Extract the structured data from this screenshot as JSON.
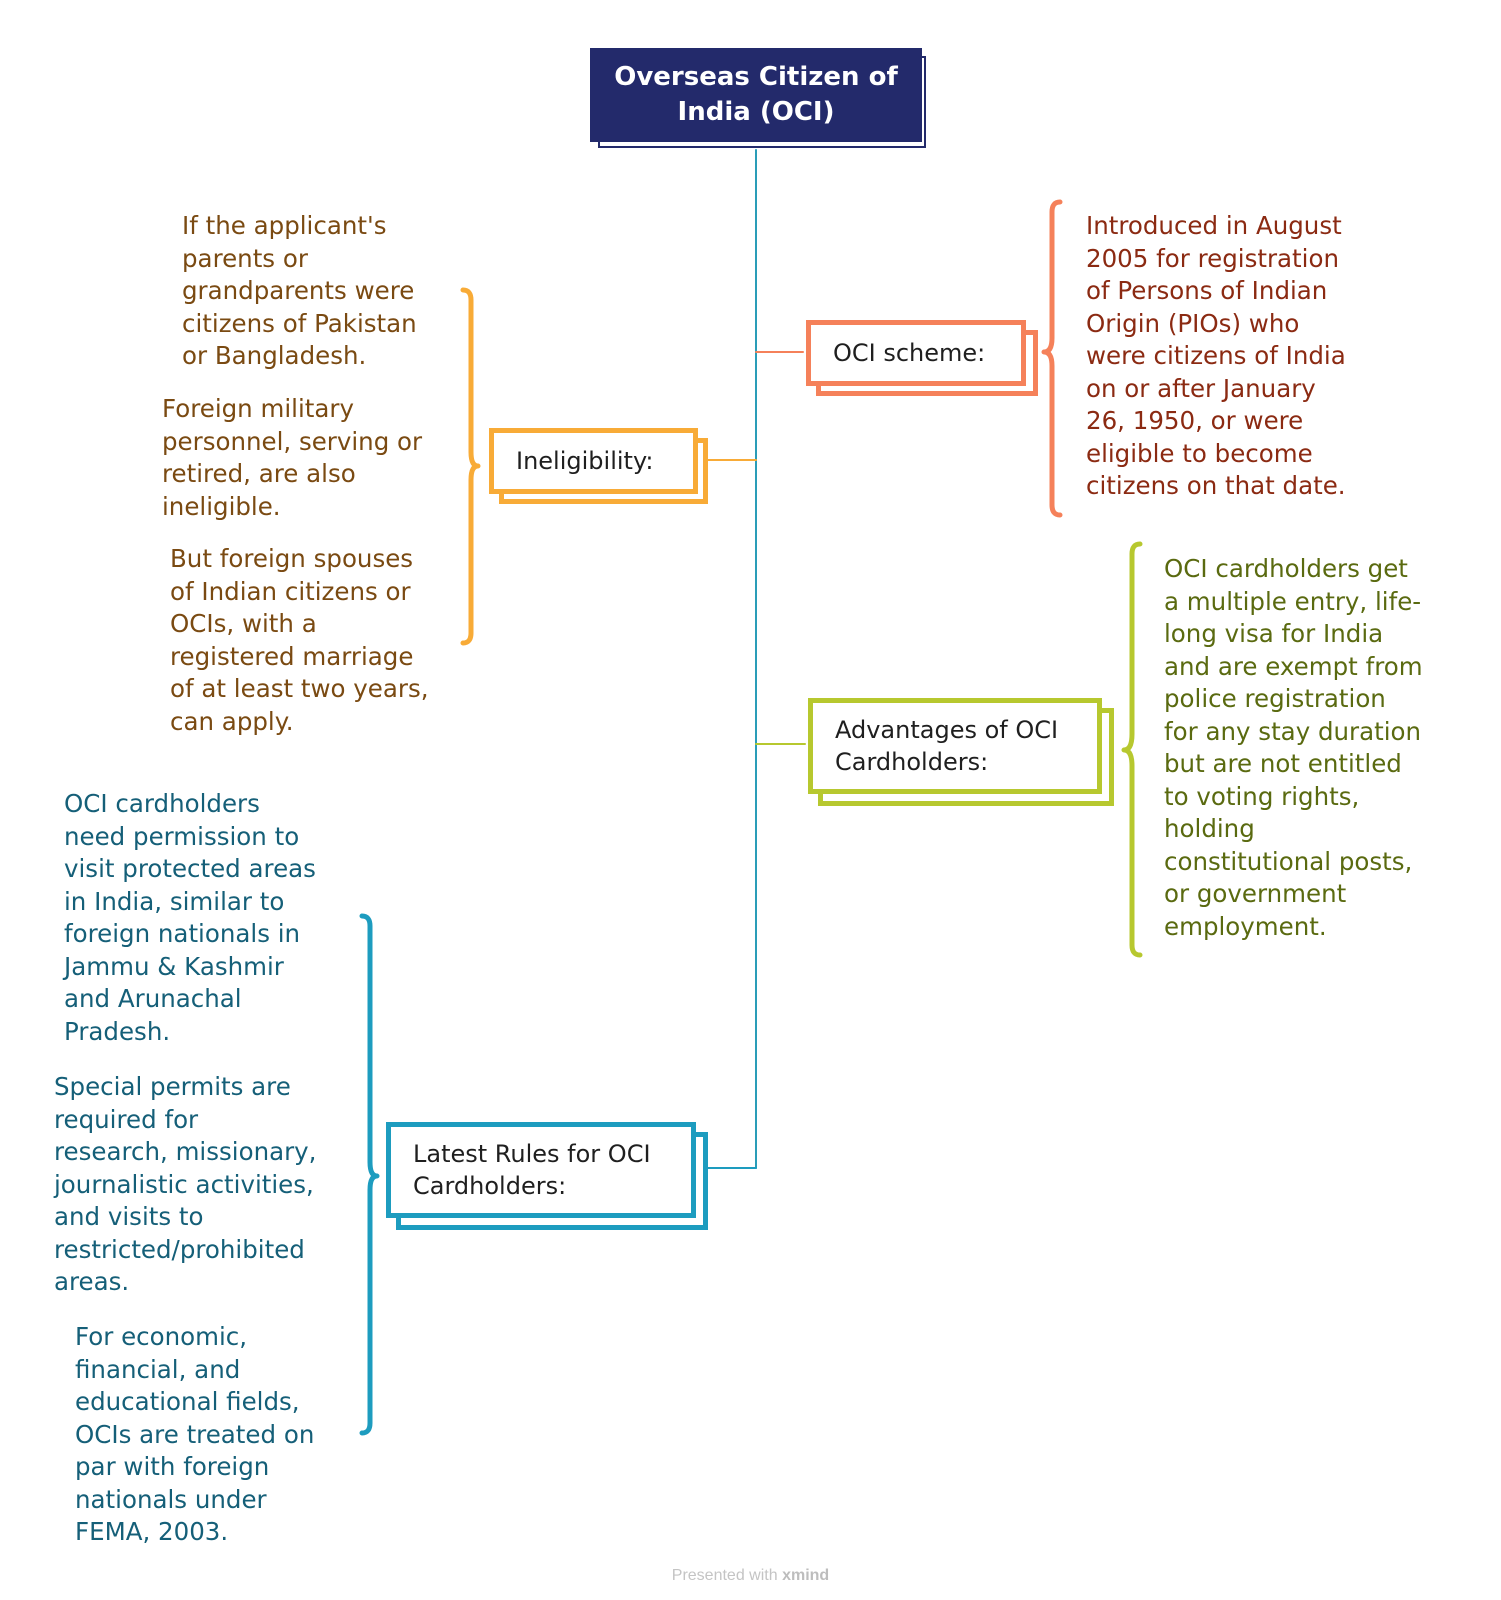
{
  "central": {
    "title": "Overseas Citizen of India (OCI)"
  },
  "colors": {
    "central": "#232a6b",
    "trunk": "#2a9db8",
    "scheme": "#f5815a",
    "ineligibility": "#f8ab37",
    "advantages": "#b7c82f",
    "rules": "#1d9cbf",
    "scheme_text": "#8b2a12",
    "ineligibility_text": "#7a4a12",
    "advantages_text": "#5a6a10",
    "rules_text": "#155f78"
  },
  "branches": {
    "scheme": {
      "label": "OCI scheme:",
      "lines": [
        "Introduced in August",
        "2005 for registration",
        "of Persons of Indian",
        "Origin (PIOs) who",
        "were citizens of India",
        "on or after January",
        "26, 1950, or were",
        "eligible to become",
        "citizens on that date."
      ]
    },
    "ineligibility": {
      "label": "Ineligibility:",
      "items": [
        {
          "lines": [
            "If the applicant's",
            "parents or",
            "grandparents were",
            "citizens of Pakistan",
            "or Bangladesh."
          ]
        },
        {
          "lines": [
            "Foreign military",
            "personnel, serving or",
            "retired, are also",
            "ineligible."
          ]
        },
        {
          "lines": [
            "But foreign spouses",
            "of Indian citizens or",
            "OCIs, with a",
            "registered marriage",
            "of at least two years,",
            "can apply."
          ]
        }
      ]
    },
    "advantages": {
      "label_lines": [
        "Advantages of OCI",
        "Cardholders:"
      ],
      "lines": [
        "OCI cardholders get",
        "a multiple entry, life-",
        "long visa for India",
        "and are exempt from",
        "police registration",
        "for any stay duration",
        "but are not entitled",
        "to voting rights,",
        "holding",
        "constitutional posts,",
        "or government",
        "employment."
      ]
    },
    "rules": {
      "label_lines": [
        "Latest Rules for OCI",
        "Cardholders:"
      ],
      "items": [
        {
          "lines": [
            "OCI cardholders",
            "need permission to",
            "visit protected areas",
            "in India, similar to",
            "foreign nationals in",
            "Jammu & Kashmir",
            "and Arunachal",
            "Pradesh."
          ]
        },
        {
          "lines": [
            "Special permits are",
            "required for",
            "research, missionary,",
            "journalistic activities,",
            "and visits to",
            "restricted/prohibited",
            "areas."
          ]
        },
        {
          "lines": [
            "For economic,",
            "financial, and",
            "educational fields,",
            "OCIs are treated on",
            "par with foreign",
            "nationals under",
            "FEMA, 2003."
          ]
        }
      ]
    }
  },
  "footer": {
    "prefix": "Presented with",
    "brand": "xmind"
  }
}
